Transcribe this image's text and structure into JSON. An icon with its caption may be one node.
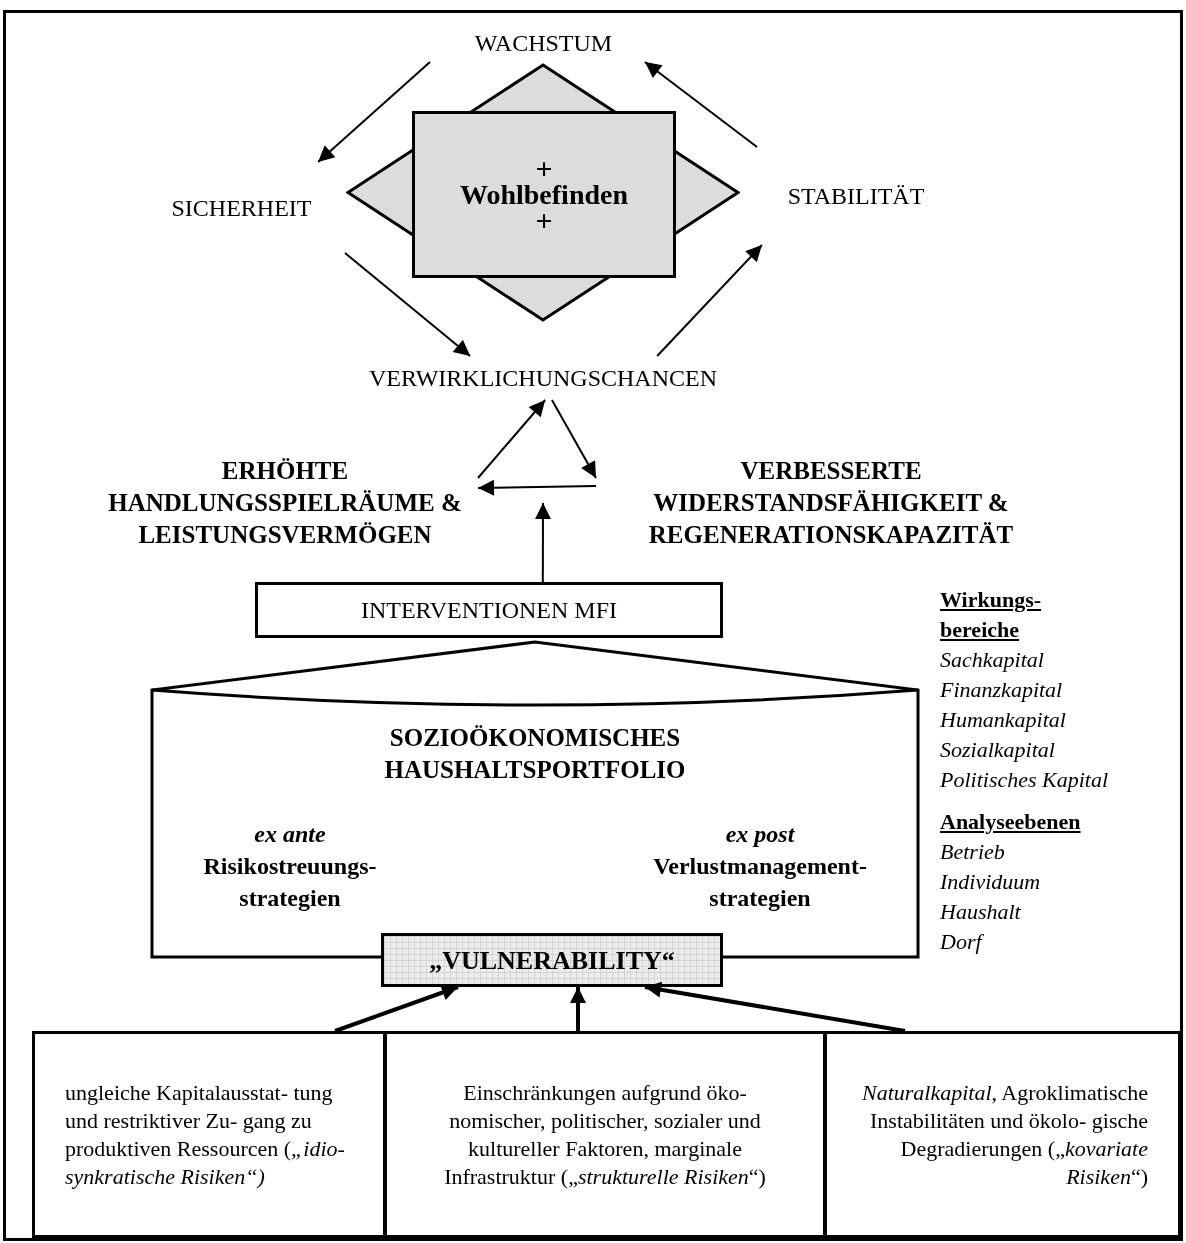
{
  "diagram": {
    "nodes": [
      {
        "text": [
          "WACHSTUM"
        ]
      },
      {
        "text": [
          "SICHERHEIT"
        ]
      },
      {
        "text": [
          "+",
          "Wohlbefinden",
          "+"
        ]
      },
      {
        "text": [
          "STABILITÄT"
        ]
      },
      {
        "text": [
          "VERWIRKLICHUNGSCHANCEN"
        ]
      },
      {
        "text": [
          "ERHÖHTE HANDLUNGSSPIELRÄUME & LEISTUNGSVERMÖGEN"
        ]
      },
      {
        "text": [
          "VERBESSERTE WIDERSTANDSFÄHIGKEIT & REGENERATIONSKAPAZITÄT"
        ]
      },
      {
        "text": [
          "INTERVENTIONEN MFI"
        ]
      },
      {
        "text": [
          "SOZIOÖKONOMISCHES HAUSHALTSPORTFOLIO",
          "ex ante",
          "Risikostreuungs- strategien",
          "ex post",
          "Verlustmanagement- strategien"
        ]
      },
      {
        "text": [
          "„VULNERABILITY“"
        ]
      },
      {
        "text": [
          "ungleiche Kapitalausstat- tung und restriktiver Zu- gang zu produktiven Ressourcen (*„idio- synkratische Risiken“)*"
        ]
      },
      {
        "text": [
          "Einschränkungen aufgrund öko- nomischer, politischer, sozialer und kultureller Faktoren, marginale Infrastruktur („*strukturelle Risiken*“)"
        ]
      },
      {
        "text": [
          "*Naturalkapital*, Agroklimatische Instabilitäten und ökolo- gische Degradierungen („*kovariate Risiken*“)"
        ]
      }
    ],
    "edges": [
      {
        "from": 0,
        "to": 1,
        "arrow": "to"
      },
      {
        "from": 3,
        "to": 0,
        "arrow": "to"
      },
      {
        "from": 1,
        "to": 4,
        "arrow": "to"
      },
      {
        "from": 4,
        "to": 3,
        "arrow": "to"
      },
      {
        "from": 5,
        "to": 4,
        "arrow": "to"
      },
      {
        "from": 4,
        "to": 6,
        "arrow": "to"
      },
      {
        "from": 6,
        "to": 5,
        "arrow": "to"
      },
      {
        "from": 7,
        "to": null,
        "arrow": "to"
      },
      {
        "from": 10,
        "to": 9,
        "arrow": "to",
        "style": "thick"
      },
      {
        "from": 11,
        "to": 9,
        "arrow": "to",
        "style": "thick"
      },
      {
        "from": 12,
        "to": 9,
        "arrow": "to",
        "style": "thick"
      }
    ],
    "labels": [
      "Wirkungs- bereiche",
      "Sachkapital",
      "Finanzkapital",
      "Humankapital",
      "Sozialkapital",
      "Politisches Kapital",
      "Analyseebenen",
      "Betrieb",
      "Individuum",
      "Haushalt",
      "Dorf"
    ]
  }
}
